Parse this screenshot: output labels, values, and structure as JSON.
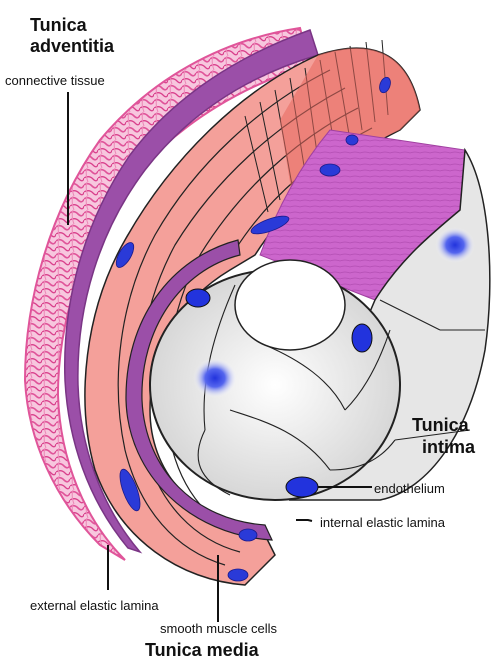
{
  "labels": {
    "adventitia_title_line1": "Tunica",
    "adventitia_title_line2": "adventitia",
    "connective_tissue": "connective tissue",
    "intima_title_line1": "Tunica",
    "intima_title_line2": "intima",
    "endothelium": "endothelium",
    "internal_elastic_lamina": "internal elastic lamina",
    "external_elastic_lamina": "external elastic lamina",
    "smooth_muscle_cells": "smooth muscle cells",
    "media_title": "Tunica media"
  },
  "colors": {
    "adventitia_fibers": "#e0559a",
    "adventitia_fibers_light": "#f3a5c8",
    "media_base": "#f4a09a",
    "media_dark": "#e8685e",
    "elastic_lamina": "#9b4fa8",
    "intima_magenta": "#cc66cc",
    "endothelium_gray": "#e6e6e6",
    "nucleus_blue": "#2233dd"
  }
}
